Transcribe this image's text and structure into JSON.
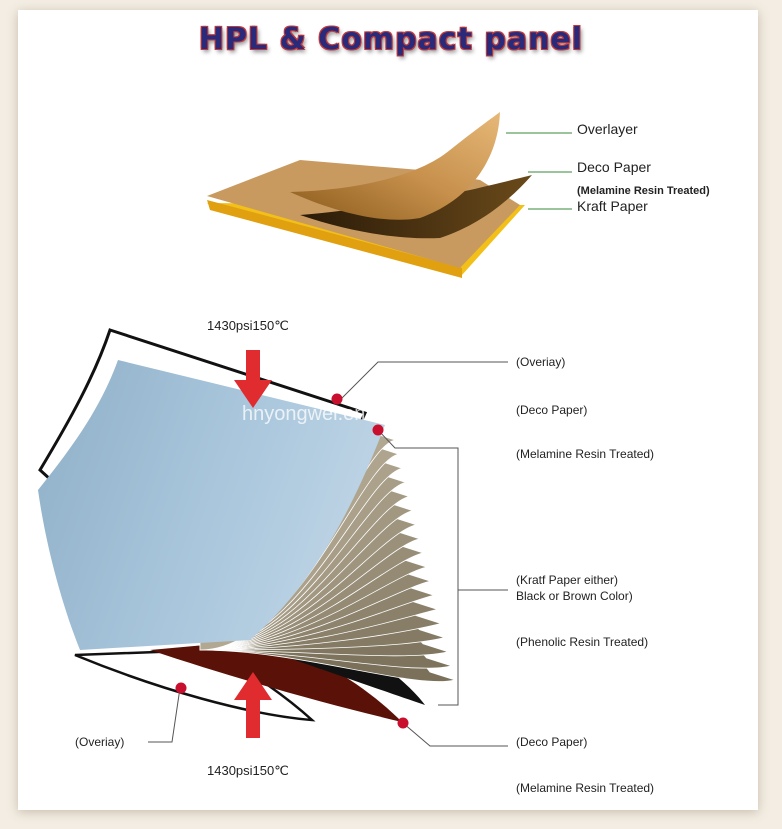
{
  "title": "HPL & Compact panel",
  "watermark": "hnyongwei.en.alibaba.com",
  "top_diagram": {
    "overlayer": "Overlayer",
    "deco_paper": "Deco Paper",
    "melamine_note": "(Melamine Resin Treated)",
    "kraft_paper": "Kraft Paper"
  },
  "main_diagram": {
    "pressure_top": "1430psi150℃",
    "pressure_bottom": "1430psi150℃",
    "overlay_top": "(Overiay)",
    "deco_top": "(Deco Paper)",
    "melamine_top": "(Melamine Resin Treated)",
    "kraft_line1": "(Kratf Paper either)",
    "kraft_line2": "Black or Brown Color)",
    "phenolic": "(Phenolic Resin Treated)",
    "overlay_bottom": "(Overiay)",
    "deco_bottom": "(Deco Paper)",
    "melamine_bottom": "(Melamine Resin Treated)"
  },
  "colors": {
    "arrow": "#e02b2f",
    "dot": "#c8102e",
    "overlay_sheet": "#9fbfd6",
    "kraft_sheet": "#b2a68e",
    "deco_bottom_sheet": "#5a1208",
    "board_top": "#c99a60",
    "board_core": "#f2c018",
    "leader_green": "#3a8a3a"
  }
}
